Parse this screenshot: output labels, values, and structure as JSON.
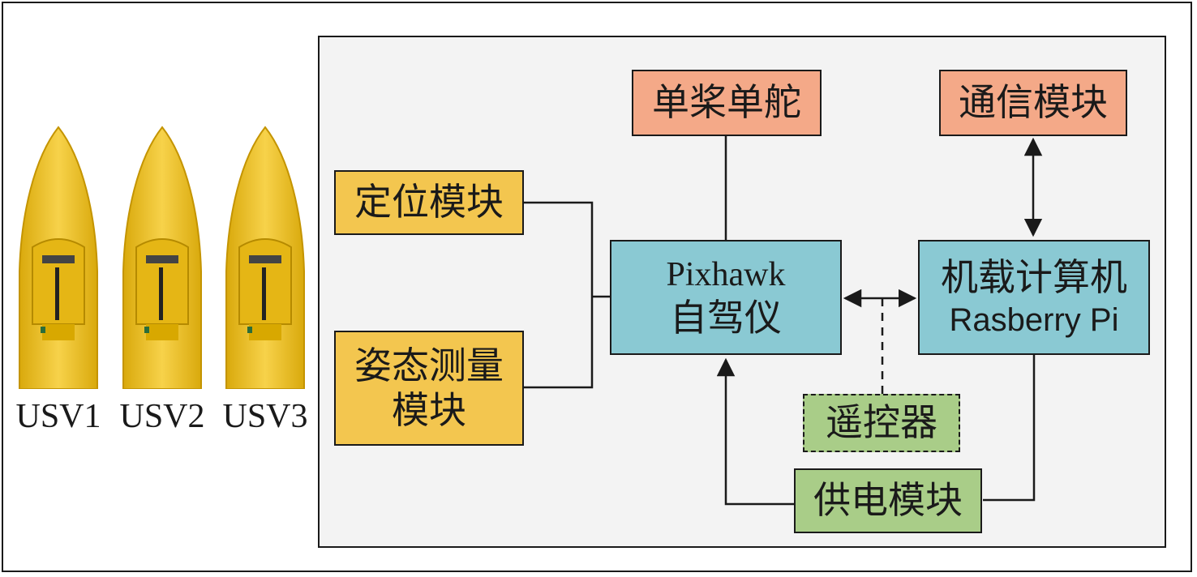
{
  "boats": [
    {
      "label": "USV1"
    },
    {
      "label": "USV2"
    },
    {
      "label": "USV3"
    }
  ],
  "modules": {
    "propeller_rudder": "单桨单舵",
    "comm": "通信模块",
    "positioning": "定位模块",
    "attitude_line1": "姿态测量",
    "attitude_line2": "模块",
    "pixhawk_line1": "Pixhawk",
    "pixhawk_line2": "自驾仪",
    "computer_line1": "机载计算机",
    "computer_line2": "Rasberry Pi",
    "remote": "遥控器",
    "power": "供电模块"
  },
  "colors": {
    "orange": "#f4a988",
    "yellow": "#f3c64f",
    "blue": "#8ac9d3",
    "green": "#a9cd88",
    "boat_yellow": "#f2c21b"
  }
}
